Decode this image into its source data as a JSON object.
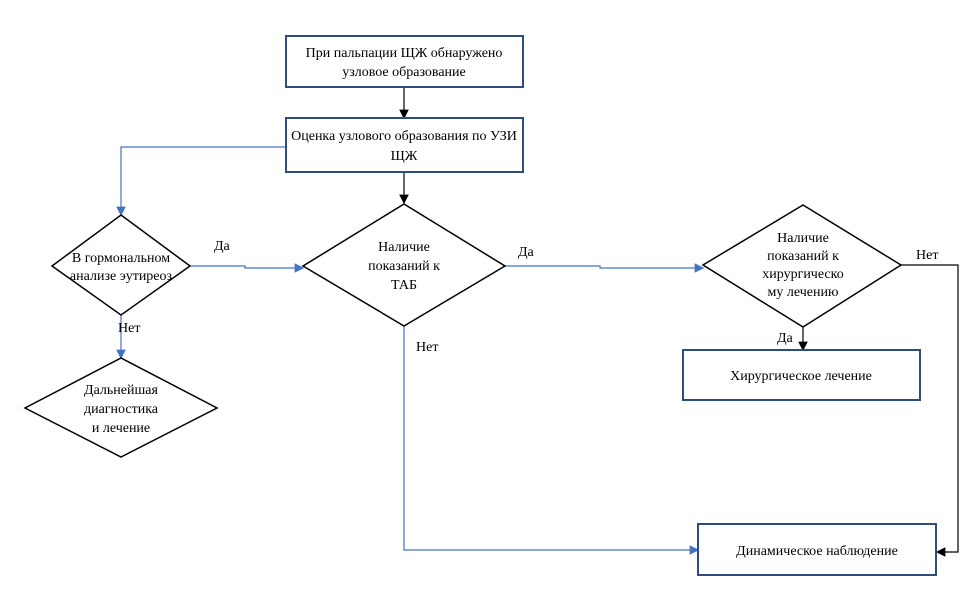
{
  "colors": {
    "box_border": "#2e4d7b",
    "blue_connector": "#4472c4",
    "black_connector": "#000000"
  },
  "nodes": {
    "start": [
      "При пальпации ЩЖ обнаружено",
      "узловое образование"
    ],
    "usg": [
      "Оценка узлового образования по УЗИ",
      "ЩЖ"
    ],
    "hormone": [
      "В гормональном",
      "анализе эутиреоз"
    ],
    "tab": [
      "Наличие",
      "показаний к",
      "ТАБ"
    ],
    "surgery_indication": [
      "Наличие",
      "показаний к",
      "хирургическо",
      "му лечению"
    ],
    "further": [
      "Дальнейшая",
      "диагностика",
      "и лечение"
    ],
    "surgery": [
      "Хирургическое лечение"
    ],
    "observation": [
      "Динамическое наблюдение"
    ]
  },
  "edge_labels": {
    "hormone_yes": "Да",
    "hormone_no": "Нет",
    "tab_yes": "Да",
    "tab_no": "Нет",
    "surgery_yes": "Да",
    "surgery_no": "Нет"
  }
}
